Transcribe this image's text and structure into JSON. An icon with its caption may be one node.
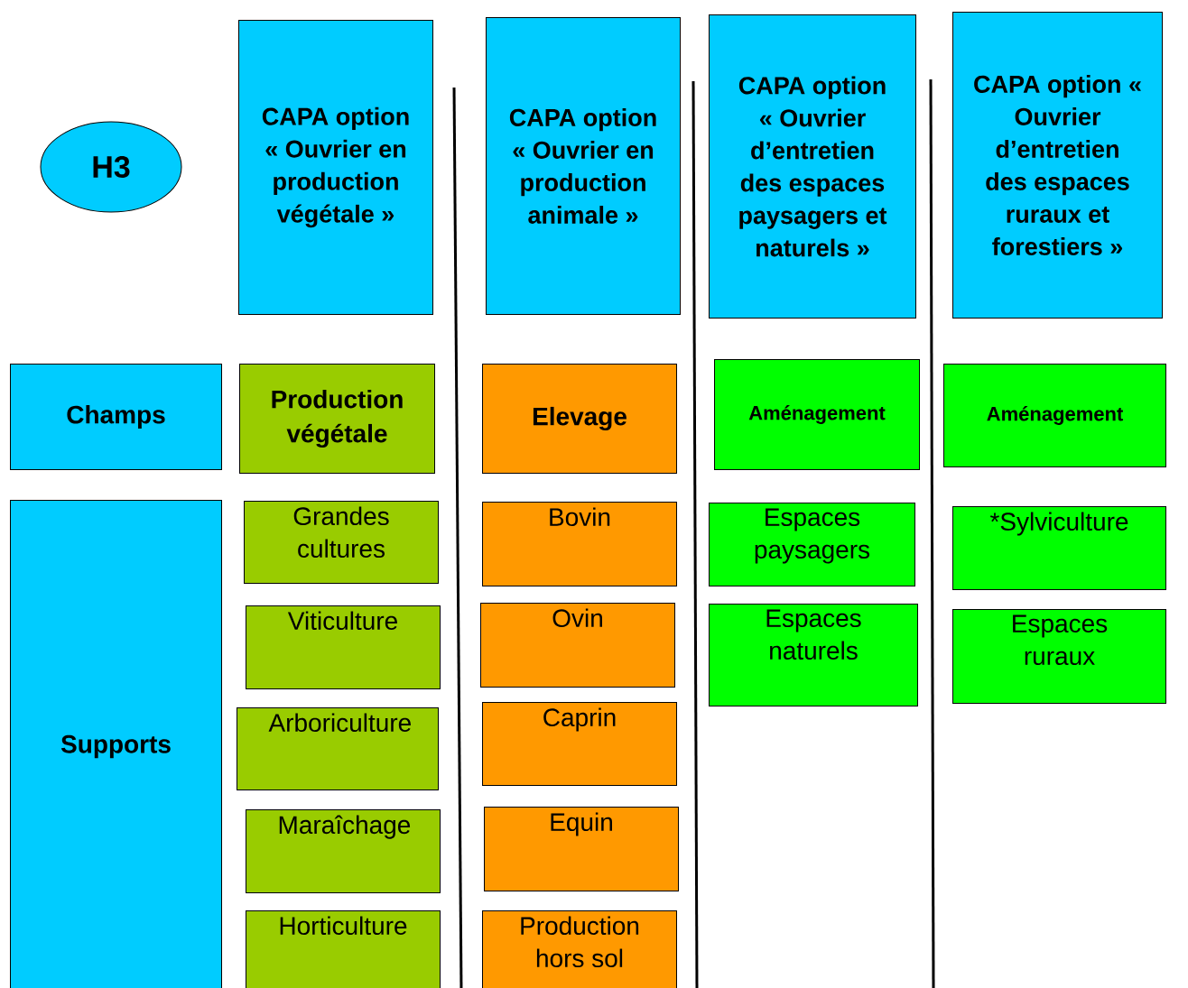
{
  "diagram": {
    "nodes": [
      {
        "text": [
          "H3"
        ]
      },
      {
        "text": [
          "CAPA option « Ouvrier en production végétale »"
        ]
      },
      {
        "text": [
          "CAPA option « Ouvrier en production animale »"
        ]
      },
      {
        "text": [
          "CAPA option « Ouvrier d’entretien des espaces paysagers et naturels »"
        ]
      },
      {
        "text": [
          "CAPA option « Ouvrier d’entretien des espaces ruraux et forestiers »"
        ]
      },
      {
        "text": [
          "Champs"
        ]
      },
      {
        "text": [
          "Production végétale"
        ]
      },
      {
        "text": [
          "Elevage"
        ]
      },
      {
        "text": [
          "Aménagement"
        ]
      },
      {
        "text": [
          "Aménagement"
        ]
      },
      {
        "text": [
          "Supports"
        ]
      },
      {
        "text": [
          "Grandes cultures"
        ]
      },
      {
        "text": [
          "Viticulture"
        ]
      },
      {
        "text": [
          "Arboriculture"
        ]
      },
      {
        "text": [
          "Maraîchage"
        ]
      },
      {
        "text": [
          "Horticulture"
        ]
      },
      {
        "text": [
          "Bovin"
        ]
      },
      {
        "text": [
          "Ovin"
        ]
      },
      {
        "text": [
          "Caprin"
        ]
      },
      {
        "text": [
          "Equin"
        ]
      },
      {
        "text": [
          "Production hors sol"
        ]
      },
      {
        "text": [
          "Espaces paysagers"
        ]
      },
      {
        "text": [
          "Espaces naturels"
        ]
      },
      {
        "text": [
          "*Sylviculture"
        ]
      },
      {
        "text": [
          "Espaces ruraux"
        ]
      }
    ]
  }
}
